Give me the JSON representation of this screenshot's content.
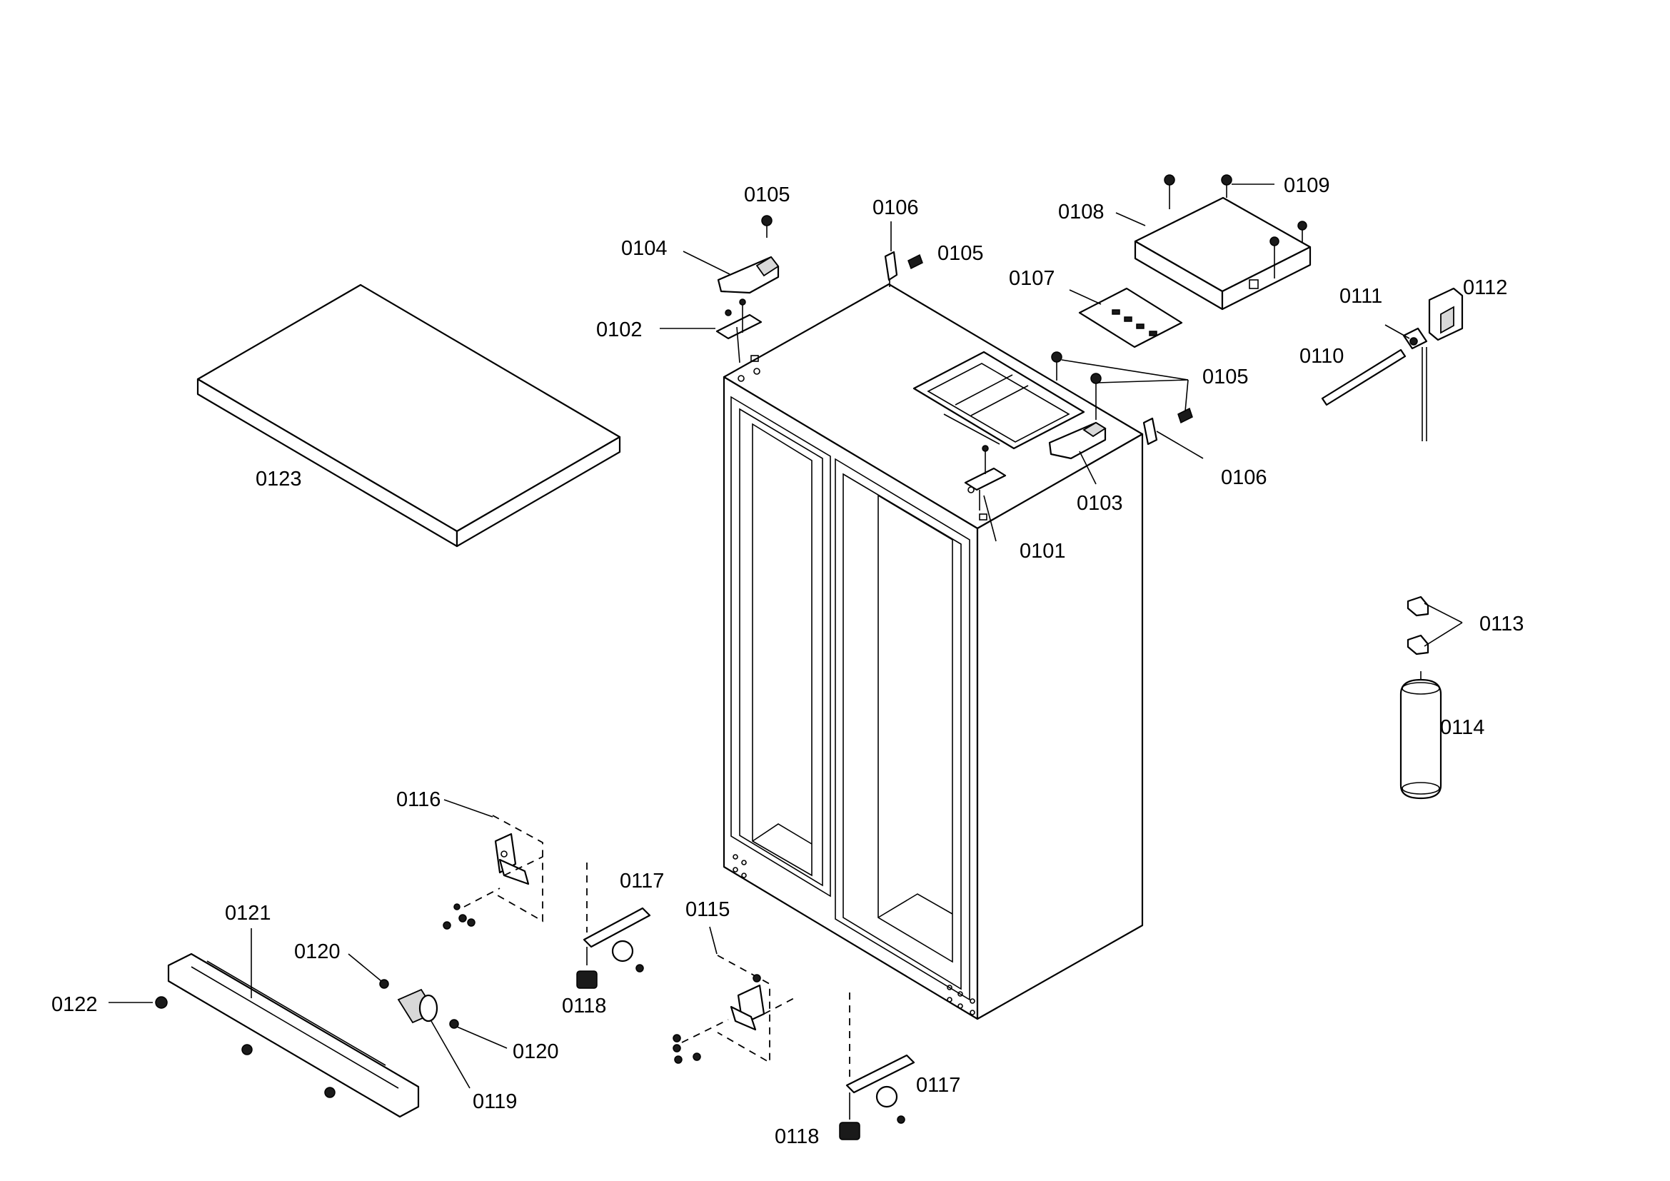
{
  "diagram": {
    "callouts": {
      "c0101": "0101",
      "c0102": "0102",
      "c0103": "0103",
      "c0104": "0104",
      "c0105_top": "0105",
      "c0105_hinge": "0105",
      "c0105_right": "0105",
      "c0106_top": "0106",
      "c0106_right": "0106",
      "c0107": "0107",
      "c0108": "0108",
      "c0109": "0109",
      "c0110": "0110",
      "c0111": "0111",
      "c0112": "0112",
      "c0113": "0113",
      "c0114": "0114",
      "c0115": "0115",
      "c0116": "0116",
      "c0117_left": "0117",
      "c0117_right": "0117",
      "c0118_left": "0118",
      "c0118_right": "0118",
      "c0119": "0119",
      "c0120_top": "0120",
      "c0120_bottom": "0120",
      "c0121": "0121",
      "c0122": "0122",
      "c0123": "0123"
    }
  }
}
